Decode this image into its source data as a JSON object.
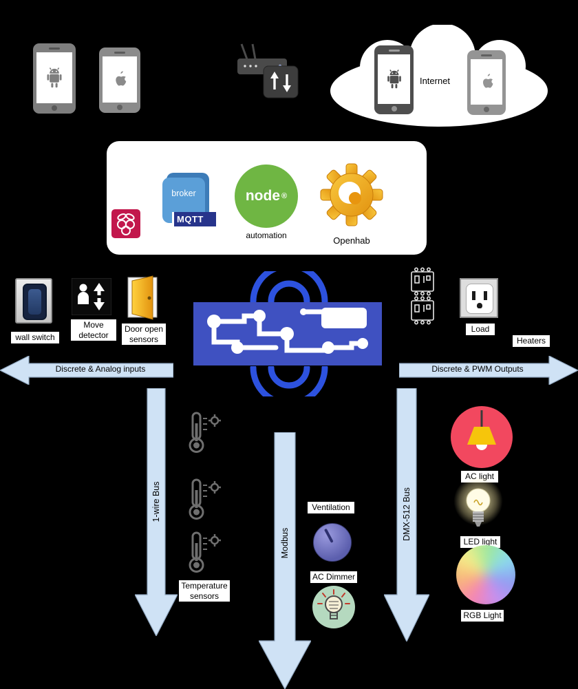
{
  "cloud": {
    "internet": "Internet"
  },
  "stack": {
    "broker": "broker",
    "mqtt": "MQTT",
    "node": "node",
    "node_reg": "®",
    "automation": "automation",
    "openhab": "Openhab"
  },
  "inputs": {
    "wall_switch": "wall switch",
    "move_detector": "Move detector",
    "door_open": "Door open sensors",
    "arrow": "Discrete & Analog inputs"
  },
  "outputs": {
    "load": "Load",
    "heaters": "Heaters",
    "arrow": "Discrete & PWM Outputs"
  },
  "buses": {
    "one_wire": "1-wire Bus",
    "modbus": "Modbus",
    "dmx": "DMX-512 Bus"
  },
  "devices": {
    "temperature": "Temperature sensors",
    "ventilation": "Ventilation",
    "ac_dimmer": "AC Dimmer",
    "ac_light": "AC light",
    "led_light": "LED light",
    "rgb_light": "RGB Light"
  },
  "colors": {
    "background": "#000000",
    "pcb_blue": "#3f51c1",
    "wifi_blue": "#2d52df",
    "arrow_fill": "#cfe2f5",
    "arrow_stroke": "#8fa6bf",
    "node_green": "#6fb643",
    "openhab_orange": "#e8950f",
    "mqtt_blue": "#5b9fd8",
    "mqtt_banner": "#27348b",
    "raspberry_crimson": "#c2174c",
    "ac_light_red": "#f2485f",
    "ac_light_yellow": "#f6c50b",
    "dimmer_green": "#b5d9bf"
  }
}
